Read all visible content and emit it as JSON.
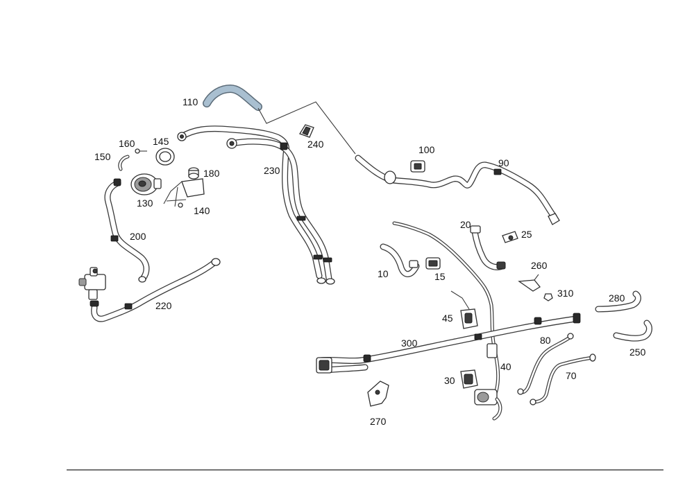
{
  "labels": {
    "p10": "10",
    "p15": "15",
    "p20": "20",
    "p25": "25",
    "p30": "30",
    "p40": "40",
    "p45": "45",
    "p70": "70",
    "p80": "80",
    "p90": "90",
    "p100": "100",
    "p110": "110",
    "p130": "130",
    "p140": "140",
    "p145": "145",
    "p150": "150",
    "p160": "160",
    "p180": "180",
    "p200": "200",
    "p220": "220",
    "p230": "230",
    "p240": "240",
    "p250": "250",
    "p260": "260",
    "p270": "270",
    "p280": "280",
    "p300": "300",
    "p310": "310"
  },
  "colors": {
    "highlight_hose": "#a9bfd0",
    "line": "#3a3a3a"
  }
}
